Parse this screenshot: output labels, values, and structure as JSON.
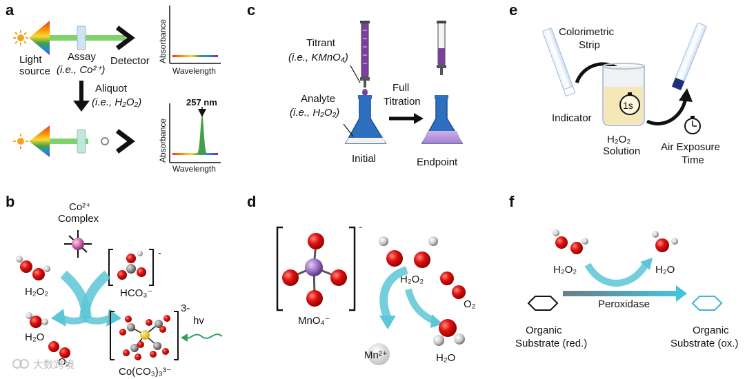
{
  "panels": {
    "a": {
      "letter": "a",
      "light_source": [
        "Light",
        "source"
      ],
      "assay": [
        "Assay",
        "(i.e., Co²⁺)"
      ],
      "detector": "Detector",
      "aliquot": [
        "Aliquot",
        "(i.e., H₂O₂)"
      ],
      "absorbance": "Absorbance",
      "wavelength": "Wavelength",
      "peak_label": "257 nm"
    },
    "b": {
      "letter": "b",
      "complex": [
        "Co²⁺",
        "Complex"
      ],
      "h2o2": "H₂O₂",
      "hco3": "HCO₃⁻",
      "h2o": "H₂O",
      "o2": "O₂",
      "charge_minus": "-",
      "charge_3minus": "3-",
      "hv": "hv",
      "product": "Co(CO₃)₃³⁻"
    },
    "c": {
      "letter": "c",
      "titrant": [
        "Titrant",
        "(i.e., KMnO₄)"
      ],
      "analyte": [
        "Analyte",
        "(i.e., H₂O₂)"
      ],
      "full_titration": [
        "Full",
        "Titration"
      ],
      "initial": "Initial",
      "endpoint": "Endpoint"
    },
    "d": {
      "letter": "d",
      "mno4": "MnO₄⁻",
      "charge_minus": "-",
      "h2o2": "H₂O₂",
      "o2": "O₂",
      "mn2": "Mn²⁺",
      "h2o": "H₂O"
    },
    "e": {
      "letter": "e",
      "strip": [
        "Colorimetric",
        "Strip"
      ],
      "indicator": "Indicator",
      "timer": "1s",
      "solution": [
        "H₂O₂",
        "Solution"
      ],
      "air": [
        "Air Exposure",
        "Time"
      ]
    },
    "f": {
      "letter": "f",
      "h2o2": "H₂O₂",
      "h2o": "H₂O",
      "enzyme": "Peroxidase",
      "substrate_red": [
        "Organic",
        "Substrate (red.)"
      ],
      "substrate_ox": [
        "Organic",
        "Substrate (ox.)"
      ]
    }
  },
  "watermark": "大数跨境",
  "colors": {
    "beam": "#7fd36a",
    "arrow_cyan": "#5cc6d6",
    "flask_blue": "#2f6fbf",
    "flask_purple": "#b48fd8",
    "oxygen_red": "#d81818",
    "hexagon_ox": "#3fb5cf",
    "solution_yellow": "#f6e7b8"
  }
}
